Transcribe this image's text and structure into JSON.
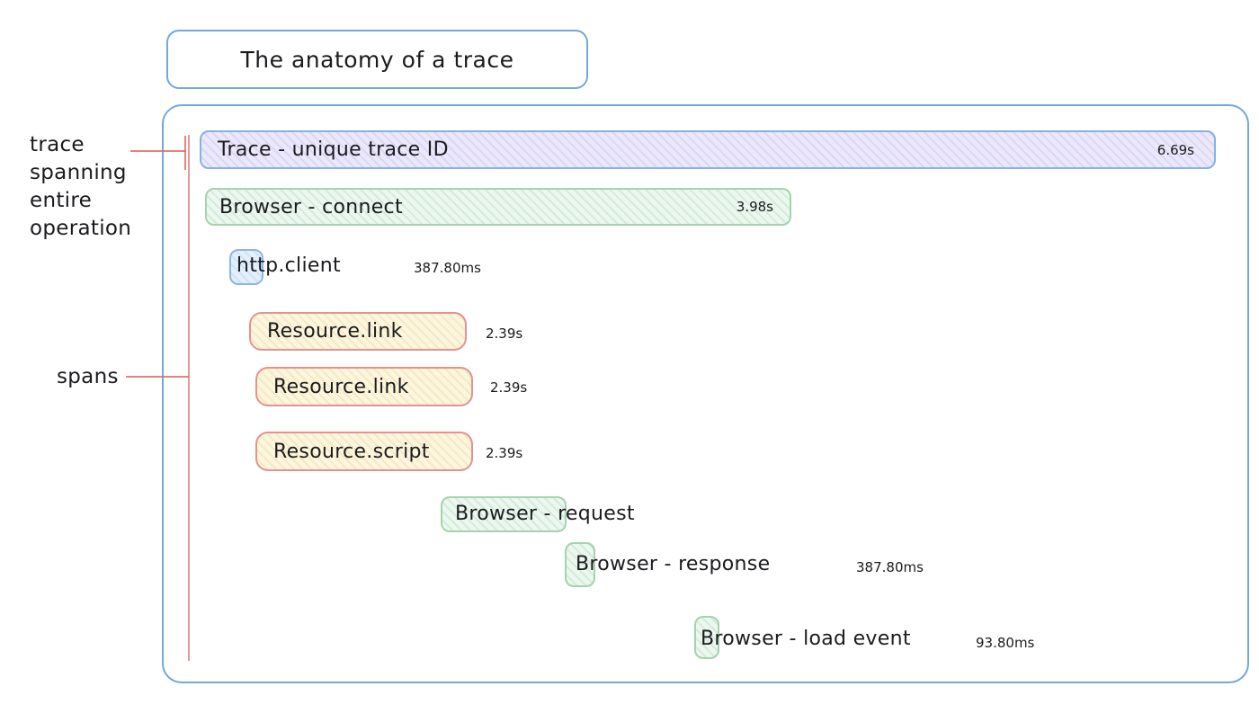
{
  "title": "The anatomy of a trace",
  "annotations": {
    "trace": {
      "lines": [
        "trace",
        "spanning",
        "entire",
        "operation"
      ]
    },
    "spans_label": "spans"
  },
  "trace_bar": {
    "label": "Trace - unique trace ID",
    "duration": "6.69s"
  },
  "spans": [
    {
      "id": "browser-connect",
      "label": "Browser - connect",
      "duration": "3.98s",
      "color": "green"
    },
    {
      "id": "http-client",
      "label": "http.client",
      "duration": "387.80ms",
      "color": "blue"
    },
    {
      "id": "resource-link-1",
      "label": "Resource.link",
      "duration": "2.39s",
      "color": "yellow"
    },
    {
      "id": "resource-link-2",
      "label": "Resource.link",
      "duration": "2.39s",
      "color": "yellow"
    },
    {
      "id": "resource-script",
      "label": "Resource.script",
      "duration": "2.39s",
      "color": "yellow"
    },
    {
      "id": "browser-request",
      "label": "Browser - request",
      "color": "green"
    },
    {
      "id": "browser-response",
      "label": "Browser - response",
      "duration": "387.80ms",
      "color": "green"
    },
    {
      "id": "browser-load-event",
      "label": "Browser - load event",
      "duration": "93.80ms",
      "color": "green"
    }
  ],
  "colors": {
    "container_border": "#74a7dc",
    "trace_fill": "#ece8fb",
    "trace_border": "#85b2e4",
    "green_fill": "#ecf7ef",
    "green_border": "#a5d2af",
    "blue_fill": "#e4effc",
    "blue_border": "#8cb6e8",
    "yellow_fill": "#fdf6de",
    "red_border": "#e69191",
    "annotation_line": "#e06c6c"
  }
}
